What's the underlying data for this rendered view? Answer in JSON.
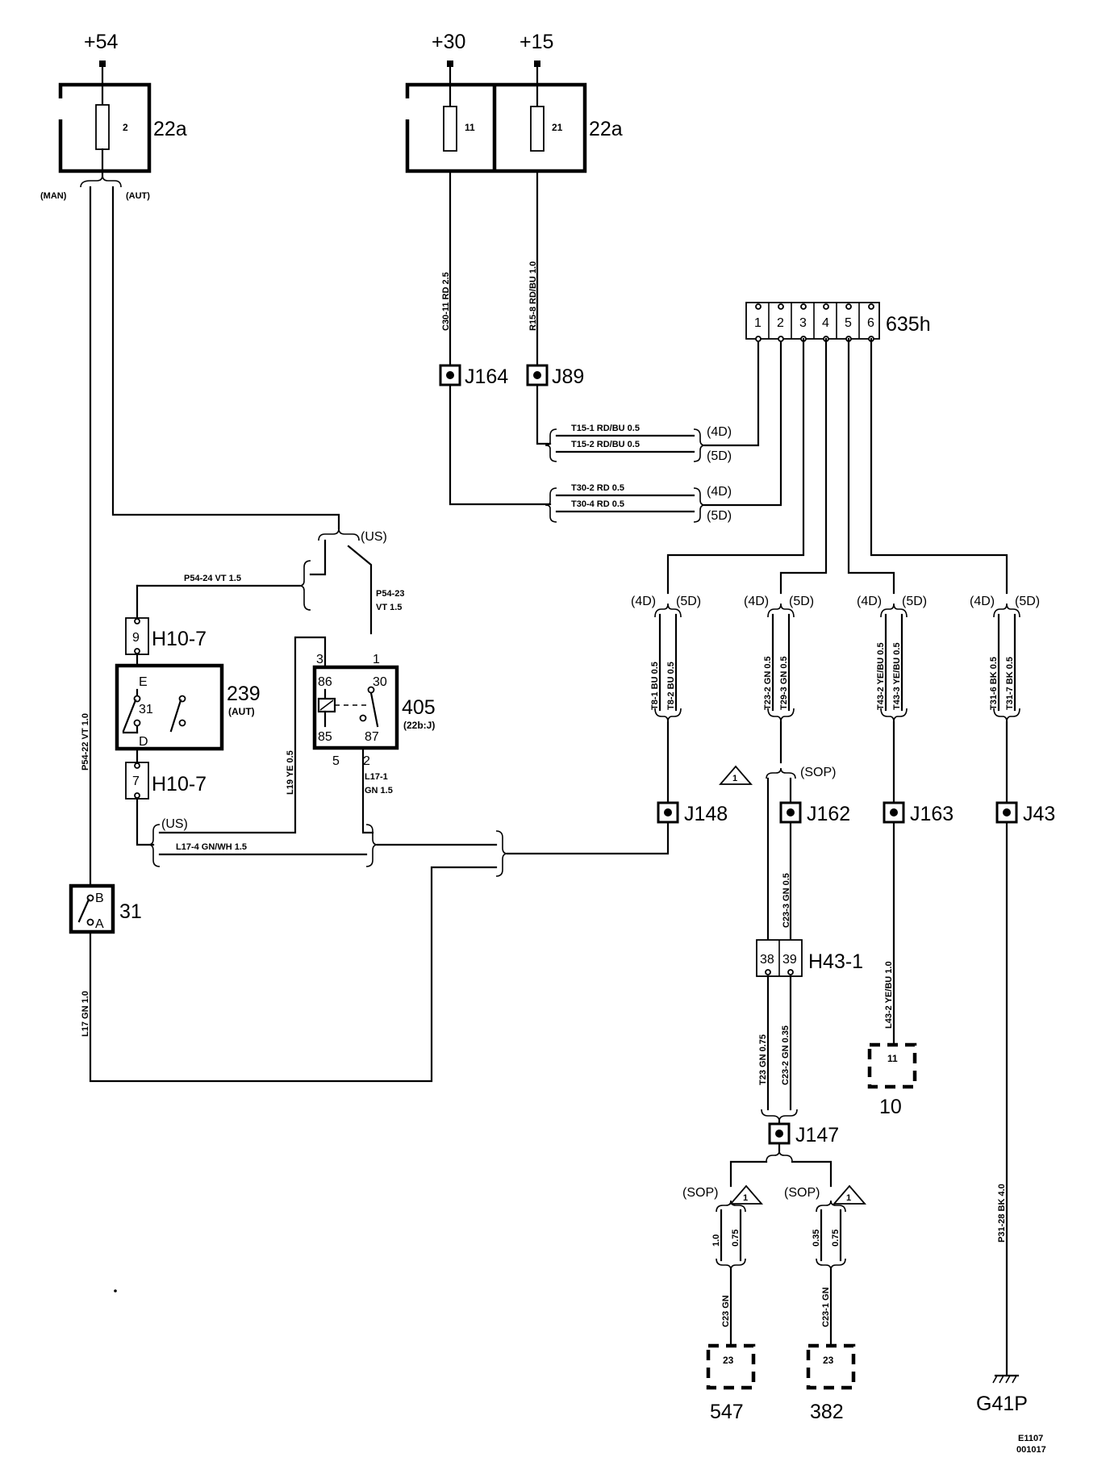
{
  "power": {
    "p54": "+54",
    "p30": "+30",
    "p15": "+15"
  },
  "fusebox": {
    "label": "22a",
    "fuse_2": "2",
    "fuse_11": "11",
    "fuse_21": "21"
  },
  "variants": {
    "man": "(MAN)",
    "aut": "(AUT)",
    "us": "(US)",
    "d4": "(4D)",
    "d5": "(5D)",
    "sop": "(SOP)"
  },
  "wires": {
    "c30_11": "C30-11   RD   2.5",
    "r15_8": "R15-8   RD/BU   1.0",
    "t15_1": "T15-1     RD/BU     0.5",
    "t15_2": "T15-2     RD/BU     0.5",
    "t30_2": "T30-2     RD     0.5",
    "t30_4": "T30-4     RD     0.5",
    "p54_24": "P54-24    VT    1.5",
    "p54_23": "P54-23",
    "p54_23b": "VT    1.5",
    "p54_22": "P54-22     VT     1.0",
    "l19": "L19    YE    0.5",
    "l17_1": "L17-1",
    "l17_1b": "GN     1.5",
    "l17_4": "L17-4    GN/WH    1.5",
    "l17": "L17    GN    1.0",
    "t8_1": "T8-1   BU   0.5",
    "t8_2": "T8-2   BU   0.5",
    "t23_2": "T23-2   GN   0.5",
    "t29_3": "T29-3   GN   0.5",
    "t43_2": "T43-2   YE/BU   0.5",
    "t43_3": "T43-3   YE/BU   0.5",
    "t31_6": "T31-6   BK   0.5",
    "t31_7": "T31-7   BK   0.5",
    "c23_3": "C23-3    GN    0.5",
    "l43_2": "L43-2    YE/BU    1.0",
    "t23": "T23   GN   0.75",
    "c23_2": "C23-2   GN   0.35",
    "p31_28": "P31-28    BK    4.0",
    "c23": "C23    GN",
    "c23_1": "C23-1    GN",
    "s1_0": "1.0",
    "s0_75a": "0.75",
    "s0_35": "0.35",
    "s0_75b": "0.75"
  },
  "splices": {
    "j164": "J164",
    "j89": "J89",
    "j148": "J148",
    "j162": "J162",
    "j163": "J163",
    "j43": "J43",
    "j147": "J147"
  },
  "connector_635h": {
    "label": "635h",
    "pins": [
      "1",
      "2",
      "3",
      "4",
      "5",
      "6"
    ]
  },
  "components": {
    "h10_7_top": "H10-7",
    "pin9": "9",
    "h10_7_bot": "H10-7",
    "pin7": "7",
    "sw239": "239",
    "sw239_aut": "(AUT)",
    "sw_e": "E",
    "sw_31": "31",
    "sw_d": "D",
    "relay405": "405",
    "relay405_sub": "(22b:J)",
    "r86": "86",
    "r30": "30",
    "r85": "85",
    "r87": "87",
    "r3": "3",
    "r1": "1",
    "r5": "5",
    "r2": "2",
    "sw31": "31",
    "sw31_b": "B",
    "sw31_a": "A",
    "h43_1": "H43-1",
    "pin38": "38",
    "pin39": "39",
    "note1a": "1",
    "note1b": "1",
    "note1c": "1"
  },
  "grounds": {
    "g41p": "G41P"
  },
  "refs": {
    "c10": "10",
    "c10_pin": "11",
    "c547": "547",
    "c547_pin": "23",
    "c382": "382",
    "c382_pin": "23"
  },
  "drawing_id": {
    "line1": "E1107",
    "line2": "001017"
  }
}
